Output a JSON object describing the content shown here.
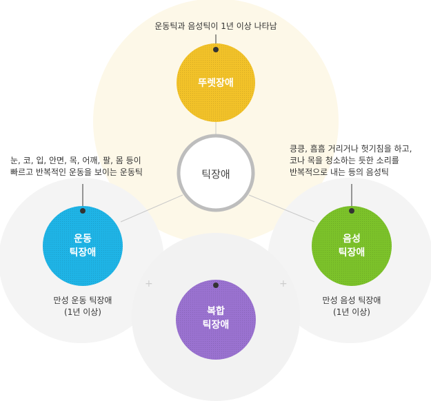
{
  "hub": {
    "label": "틱장애"
  },
  "top": {
    "label": "뚜렛장애",
    "description": "운동틱과 음성틱이 1년 이상 나타남",
    "color": "#f2c229"
  },
  "left": {
    "label_line1": "운동",
    "label_line2": "틱장애",
    "description_line1": "눈, 코, 입, 안면, 목, 어깨, 팔, 몸 등이",
    "description_line2": "빠르고 반복적인 운동을 보이는 운동틱",
    "sub_line1": "만성 운동 틱장애",
    "sub_line2": "(1년 이상)",
    "color": "#1fb4e6"
  },
  "right": {
    "label_line1": "음성",
    "label_line2": "틱장애",
    "description_line1": "킁킁, 흠흠 거리거나 헛기침을 하고,",
    "description_line2": "코나 목을 청소하는 듯한 소리를",
    "description_line3": "반복적으로 내는 등의 음성틱",
    "sub_line1": "만성 음성 틱장애",
    "sub_line2": "(1년 이상)",
    "color": "#7cc22a"
  },
  "bottom": {
    "label_line1": "복합",
    "label_line2": "틱장애",
    "color": "#9a72d0"
  },
  "plus_symbols": [
    "+",
    "+"
  ]
}
